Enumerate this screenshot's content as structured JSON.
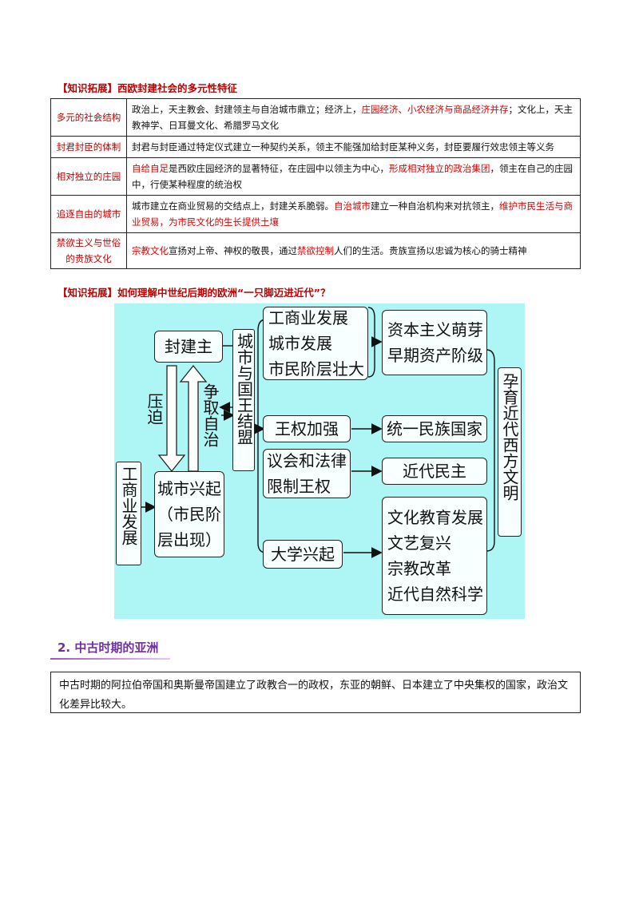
{
  "heading1": {
    "bracket": "【知识拓展】",
    "text": "西欧封建社会的多元性特征"
  },
  "table": {
    "rows": [
      {
        "label": "多元的社会结构",
        "parts": [
          {
            "t": "政治上，天主教会、封建领主与自治城市鼎立；经济上，",
            "red": false
          },
          {
            "t": "庄园经济、小农经济与商品经济并存",
            "red": true
          },
          {
            "t": "；文化上，天主教神学、日耳曼文化、希腊罗马文化",
            "red": false
          }
        ]
      },
      {
        "label": "封君封臣的体制",
        "parts": [
          {
            "t": "封君与封臣通过特定仪式建立一种契约关系，领主不能强加给封臣某种义务，封臣要履行效忠领主等义务",
            "red": false
          }
        ]
      },
      {
        "label": "相对独立的庄园",
        "parts": [
          {
            "t": "自给自足",
            "red": true
          },
          {
            "t": "是西欧庄园经济的显著特征，在庄园中以领主为中心，",
            "red": false
          },
          {
            "t": "形成相对独立的政治集团",
            "red": true
          },
          {
            "t": "，领主在自己的庄园中，行使某种程度的统治权",
            "red": false
          }
        ]
      },
      {
        "label": "追逐自由的城市",
        "parts": [
          {
            "t": "城市建立在商业贸易的交结点上，封建关系脆弱。",
            "red": false
          },
          {
            "t": "自治城市",
            "red": true
          },
          {
            "t": "建立一种自治机构来对抗领主，",
            "red": false
          },
          {
            "t": "维护市民生活与商业贸易，为市民文化的生长提供土壤",
            "red": true
          }
        ]
      },
      {
        "label": "禁欲主义与世俗的贵族文化",
        "parts": [
          {
            "t": "宗教文化",
            "red": true
          },
          {
            "t": "宣扬对上帝、神权的敬畏，通过",
            "red": false
          },
          {
            "t": "禁欲控制",
            "red": true
          },
          {
            "t": "人们的生活。贵族宣扬以忠诚为核心的骑士精神",
            "red": false
          }
        ]
      }
    ]
  },
  "heading2": {
    "bracket": "【知识拓展】",
    "text": "如何理解中世纪后期的欧洲“一只脚迈进近代”？"
  },
  "diagram": {
    "feudal_lord": "封建主",
    "oppress": "压迫",
    "strive": "争取自治",
    "commerce_left": "工商业发展",
    "city_rise": [
      "城市兴起",
      "（市民阶",
      "层出现）"
    ],
    "alliance": "城市与国王结盟",
    "group1": [
      "工商业发展",
      "城市发展",
      "市民阶层壮大"
    ],
    "result1": [
      "资本主义萌芽",
      "早期资产阶级"
    ],
    "royal_power": "王权加强",
    "result2": "统一民族国家",
    "parliament": [
      "议会和法律",
      "限制王权"
    ],
    "result3": "近代民主",
    "university": "大学兴起",
    "result4": [
      "文化教育发展",
      "文艺复兴",
      "宗教改革",
      "近代自然科学"
    ],
    "outcome": "孕育近代西方文明",
    "background": "#aef6f6"
  },
  "section2": {
    "number": "2.",
    "title": "中古时期的亚洲",
    "body": "中古时期的阿拉伯帝国和奥斯曼帝国建立了政教合一的政权，东亚的朝鲜、日本建立了中央集权的国家，政治文化差异比较大。"
  }
}
